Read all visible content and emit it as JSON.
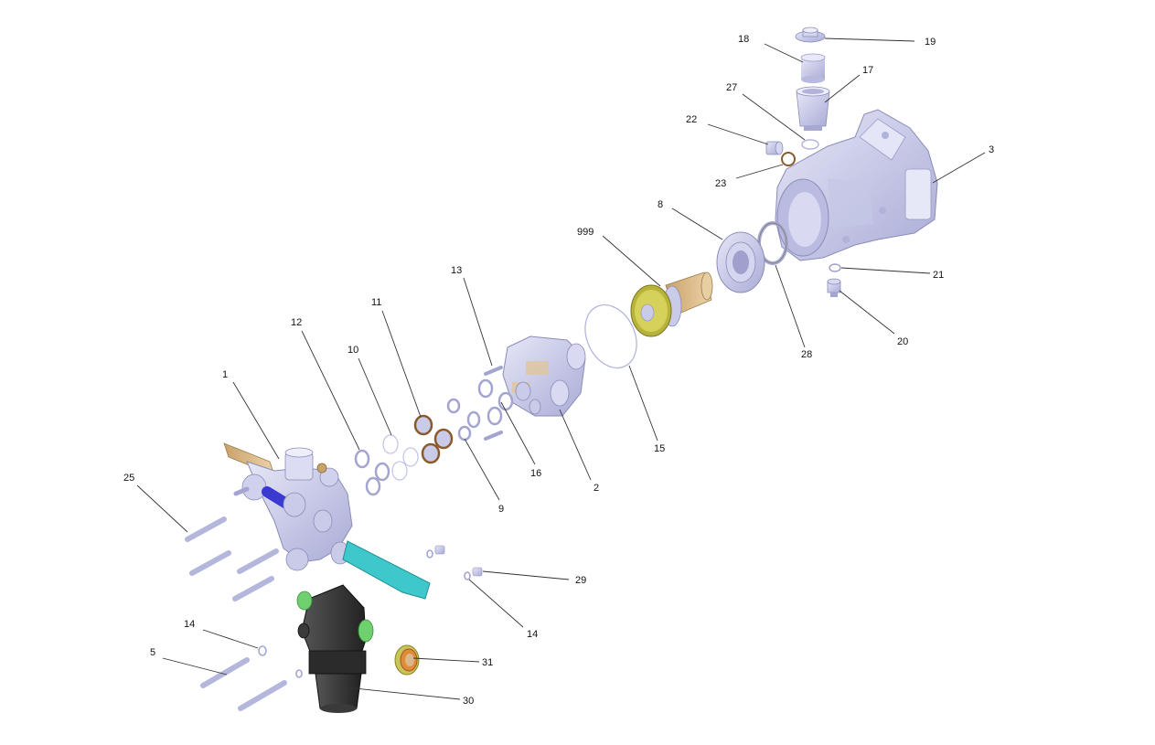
{
  "callouts": [
    {
      "id": "19",
      "label": "19"
    },
    {
      "id": "18",
      "label": "18"
    },
    {
      "id": "17",
      "label": "17"
    },
    {
      "id": "27",
      "label": "27"
    },
    {
      "id": "22",
      "label": "22"
    },
    {
      "id": "23",
      "label": "23"
    },
    {
      "id": "3",
      "label": "3"
    },
    {
      "id": "8",
      "label": "8"
    },
    {
      "id": "999",
      "label": "999"
    },
    {
      "id": "21",
      "label": "21"
    },
    {
      "id": "20",
      "label": "20"
    },
    {
      "id": "28",
      "label": "28"
    },
    {
      "id": "13",
      "label": "13"
    },
    {
      "id": "15",
      "label": "15"
    },
    {
      "id": "11",
      "label": "11"
    },
    {
      "id": "12",
      "label": "12"
    },
    {
      "id": "10",
      "label": "10"
    },
    {
      "id": "1",
      "label": "1"
    },
    {
      "id": "16",
      "label": "16"
    },
    {
      "id": "2",
      "label": "2"
    },
    {
      "id": "9",
      "label": "9"
    },
    {
      "id": "25",
      "label": "25"
    },
    {
      "id": "29",
      "label": "29"
    },
    {
      "id": "14a",
      "label": "14"
    },
    {
      "id": "14b",
      "label": "14"
    },
    {
      "id": "5",
      "label": "5"
    },
    {
      "id": "31",
      "label": "31"
    },
    {
      "id": "30",
      "label": "30"
    }
  ],
  "colors": {
    "metal": "#c9cbe8",
    "metal_dark": "#9a9cc8",
    "brass": "#d9b98a",
    "blue": "#3a3ad0",
    "cyan": "#3fc8cc",
    "black": "#2e2e2e",
    "green": "#6fd06f",
    "olive": "#c9c45a",
    "orange": "#e08a3a"
  }
}
